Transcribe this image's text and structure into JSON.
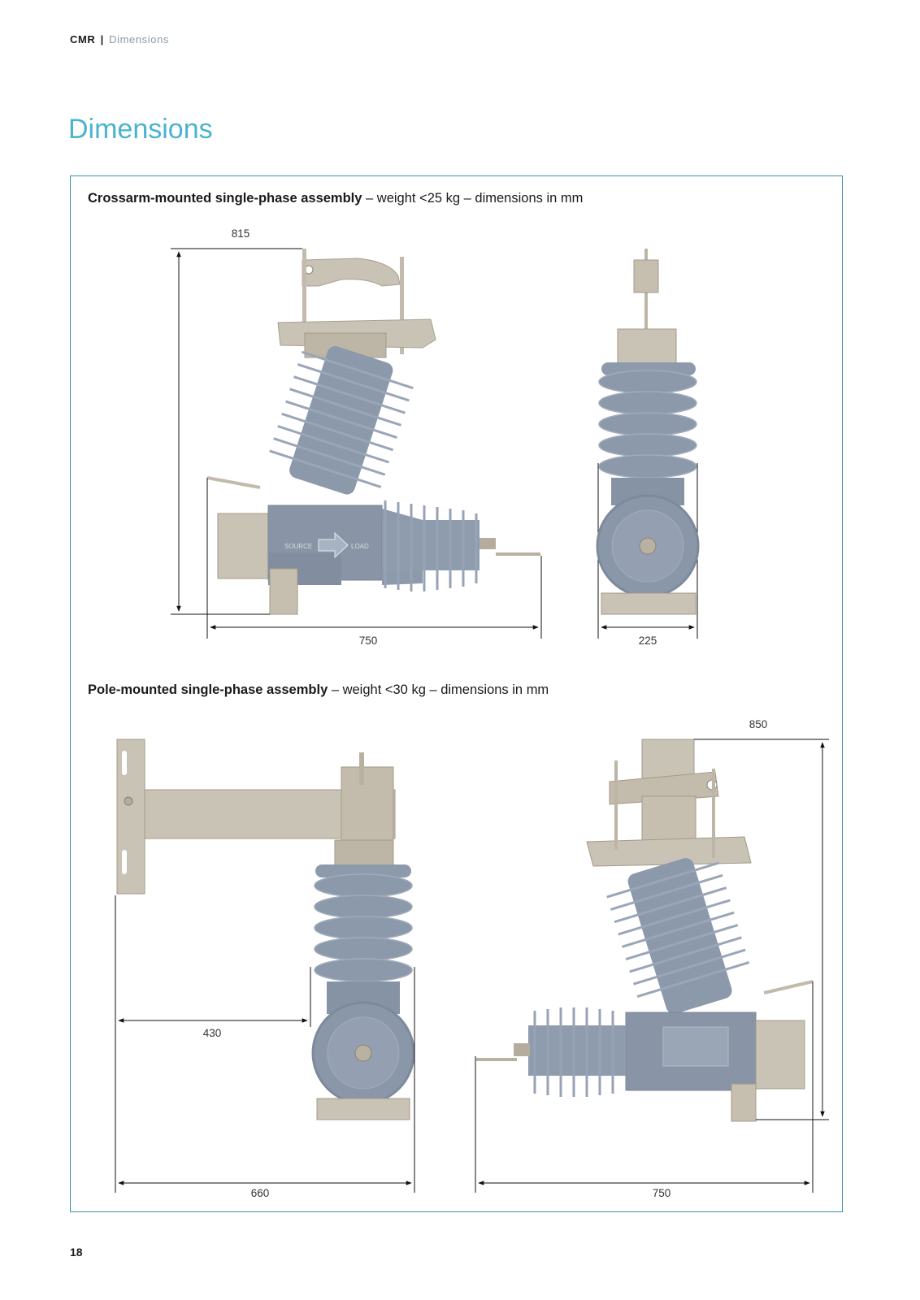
{
  "header": {
    "doc_code": "CMR",
    "separator": "|",
    "section": "Dimensions"
  },
  "page_title": "Dimensions",
  "figures": {
    "crossarm": {
      "title_bold": "Crossarm-mounted single-phase assembly",
      "title_rest": " – weight <25 kg – dimensions in mm",
      "dims": {
        "height": "815",
        "width_side": "750",
        "width_front": "225"
      }
    },
    "pole": {
      "title_bold": "Pole-mounted single-phase assembly",
      "title_rest": " – weight <30 kg – dimensions in mm",
      "dims": {
        "height": "850",
        "offset": "430",
        "width_front": "660",
        "width_side": "750"
      }
    }
  },
  "device_labels": {
    "source": "SOURCE",
    "load": "LOAD"
  },
  "colors": {
    "accent": "#4bb3cf",
    "frame": "#3d8ea8",
    "insulator": "#8a98ab",
    "metal": "#c9c3b5"
  },
  "page_number": "18"
}
